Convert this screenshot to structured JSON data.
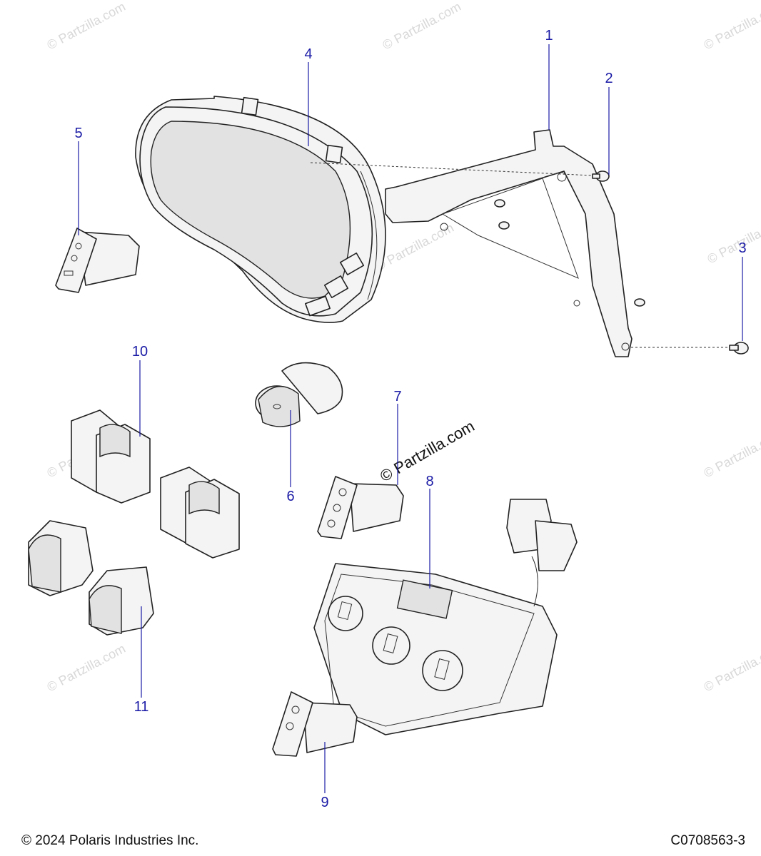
{
  "callouts": [
    {
      "id": "1",
      "label": "1"
    },
    {
      "id": "2",
      "label": "2"
    },
    {
      "id": "3",
      "label": "3"
    },
    {
      "id": "4",
      "label": "4"
    },
    {
      "id": "5",
      "label": "5"
    },
    {
      "id": "6",
      "label": "6"
    },
    {
      "id": "7",
      "label": "7"
    },
    {
      "id": "8",
      "label": "8"
    },
    {
      "id": "9",
      "label": "9"
    },
    {
      "id": "10",
      "label": "10"
    },
    {
      "id": "11",
      "label": "11"
    }
  ],
  "watermark": {
    "text": "© Partzilla.com",
    "featured_text": "© Partzilla.com"
  },
  "footer": {
    "copyright": "© 2024 Polaris Industries Inc.",
    "drawing_number": "C0708563-3"
  },
  "colors": {
    "callout": "#1a1aa6",
    "line": "#222222",
    "watermark": "#d8d8d8"
  }
}
